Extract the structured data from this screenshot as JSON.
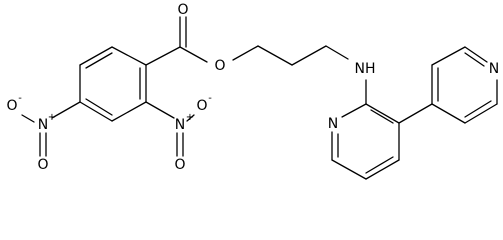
{
  "atoms": {
    "o_carbonyl": "O",
    "o_ester": "O",
    "nh": "NH",
    "n_pyridine_1": "N",
    "n_pyridine_2": "N",
    "no2_left": {
      "n": "N",
      "n_charge": "+",
      "o_single": "O",
      "o_single_charge": "-",
      "o_double": "O"
    },
    "no2_right": {
      "n": "N",
      "n_charge": "+",
      "o_single": "O",
      "o_single_charge": "-",
      "o_double": "O"
    }
  }
}
